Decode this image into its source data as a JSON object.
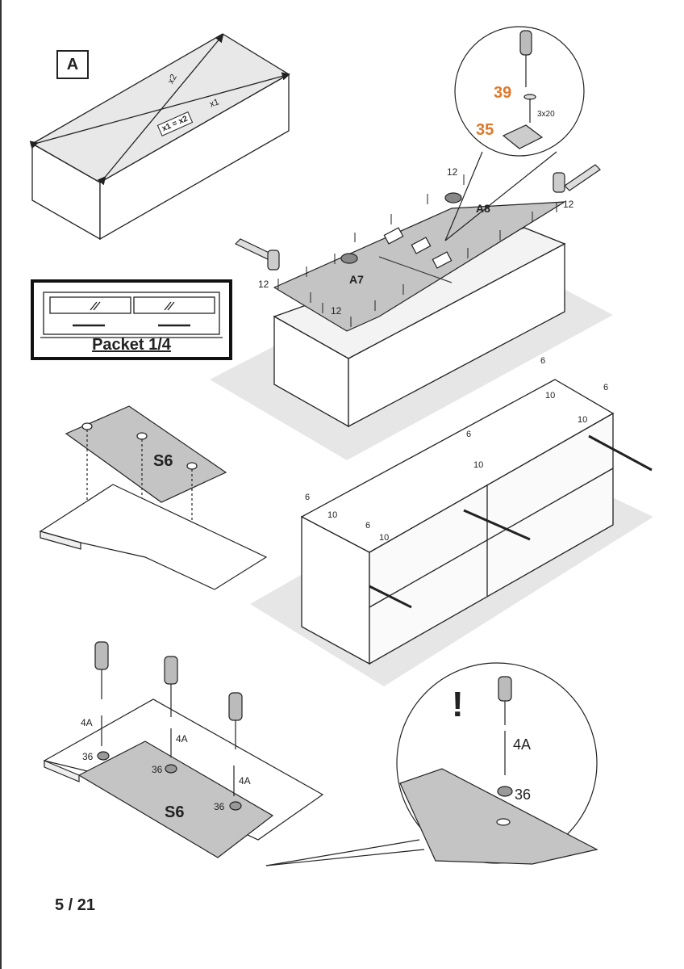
{
  "step_label": "A",
  "diagonals": {
    "x1": "x1",
    "x2": "x2",
    "equation": "x1 = x2"
  },
  "packet_label": "Packet 1/4",
  "top_assembly": {
    "panel_a7": "A7",
    "panel_a8": "A8",
    "screw_count_labels": [
      "12",
      "12",
      "12",
      "12"
    ],
    "detail": {
      "screw_part": "39",
      "plate_part": "35",
      "screw_size": "3x20"
    }
  },
  "shelf_panel": {
    "label": "S6"
  },
  "carcass": {
    "small_labels": [
      "6",
      "10",
      "6",
      "10",
      "6",
      "10",
      "6",
      "10",
      "6",
      "10"
    ]
  },
  "bottom_assembly": {
    "panel_label": "S6",
    "screw_label": "4A",
    "glide_label": "36"
  },
  "zoom_detail": {
    "warning": "!",
    "screw_label": "4A",
    "glide_label": "36"
  },
  "page_number": "5 / 21",
  "colors": {
    "accent": "#e0782a",
    "line": "#222222",
    "panel": "#bdbdbd",
    "shadow": "#e6e6e6"
  }
}
